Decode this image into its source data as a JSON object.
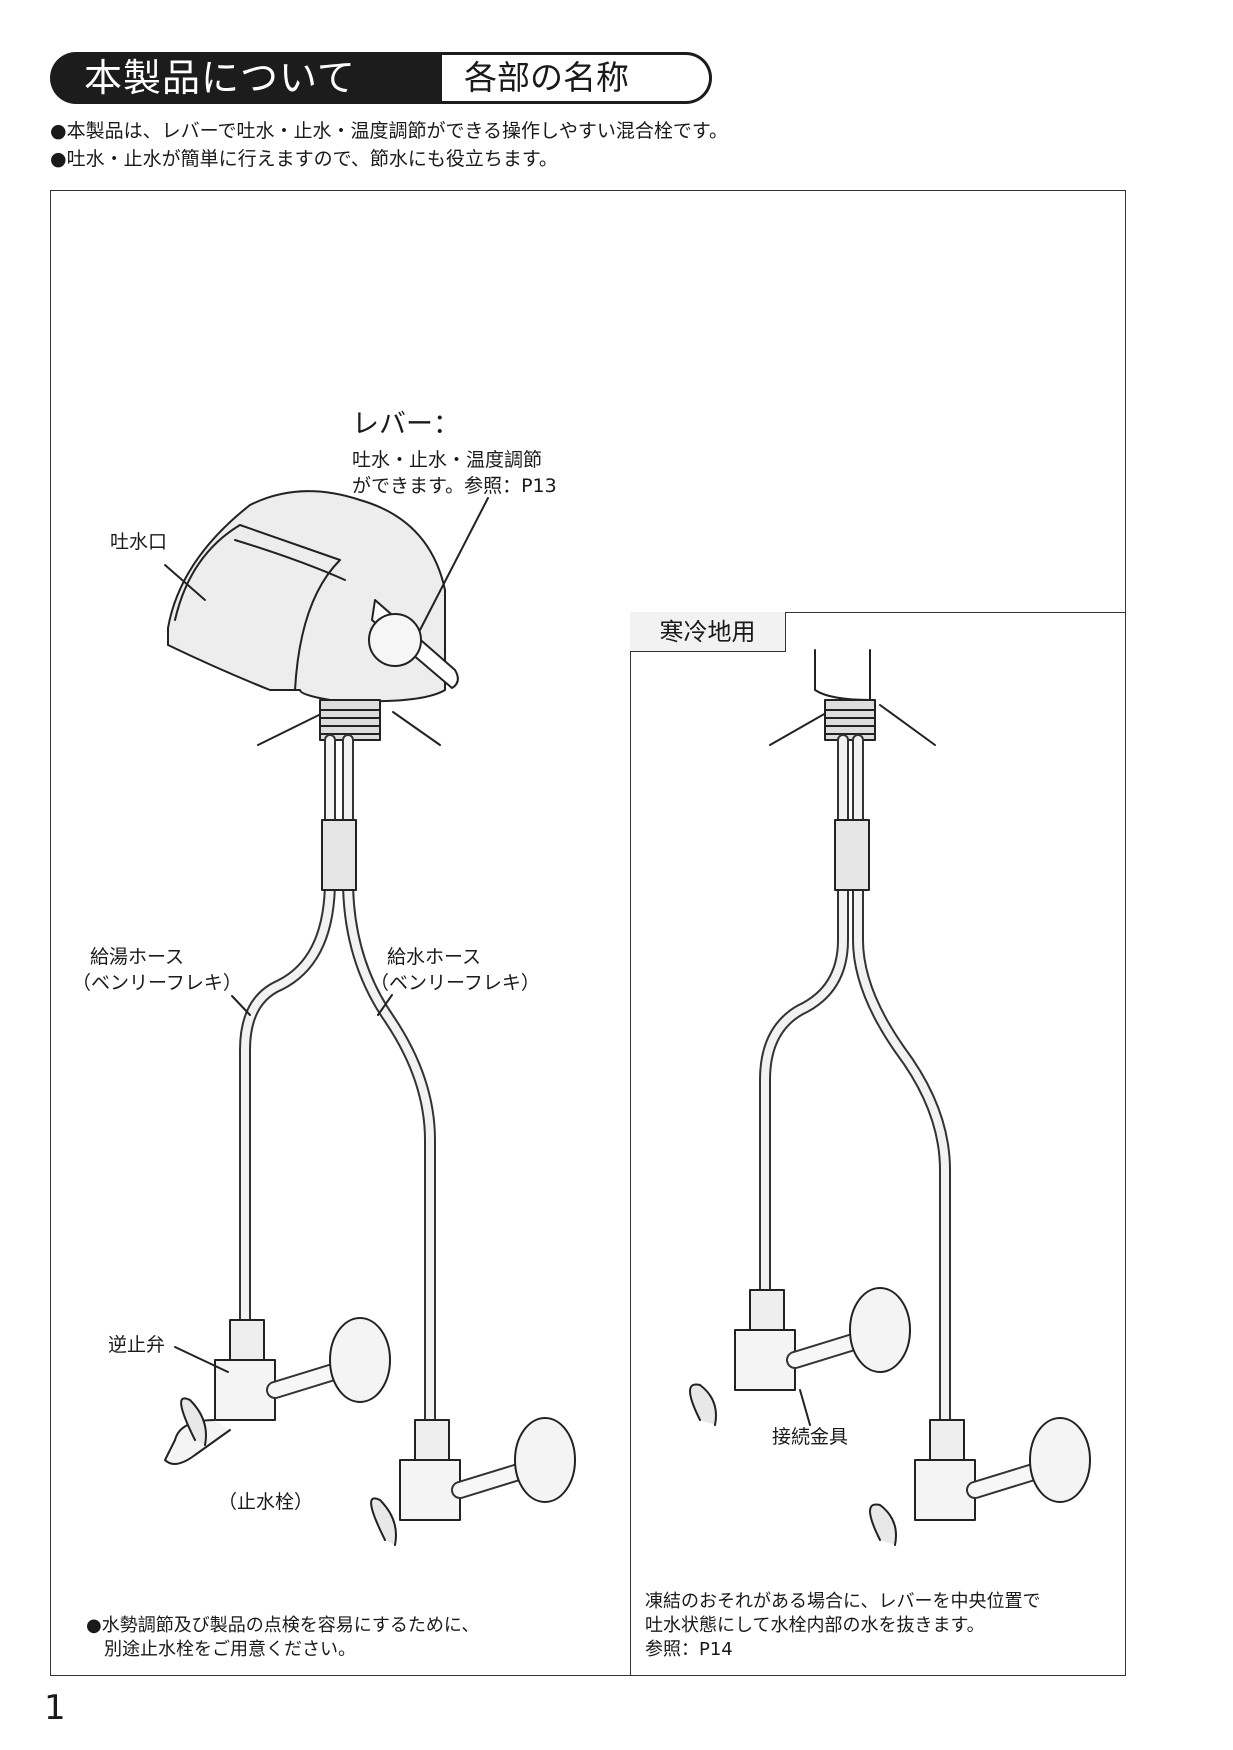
{
  "header": {
    "title": "本製品について",
    "subtitle": "各部の名称"
  },
  "intro": {
    "bullet1": "●本製品は、レバーで吐水・止水・温度調節ができる操作しやすい混合栓です。",
    "bullet2": "●吐水・止水が簡単に行えますので、節水にも役立ちます。"
  },
  "labels": {
    "lever_title": "レバー：",
    "lever_desc1": "吐水・止水・温度調節",
    "lever_desc2": "ができます。参照：P13",
    "spout": "吐水口",
    "hot_hose1": "給湯ホース",
    "hot_hose2": "（ベンリーフレキ）",
    "cold_hose1": "給水ホース",
    "cold_hose2": "（ベンリーフレキ）",
    "check_valve": "逆止弁",
    "stop_valve": "（止水栓）",
    "connector": "接続金具"
  },
  "cold_region": {
    "tab": "寒冷地用",
    "note1": "凍結のおそれがある場合に、レバーを中央位置で",
    "note2": "吐水状態にして水栓内部の水を抜きます。",
    "note3": "参照：P14"
  },
  "footer_note": {
    "line1": "●水勢調節及び製品の点検を容易にするために、",
    "line2": "　別途止水栓をご用意ください。"
  },
  "page_number": "1"
}
